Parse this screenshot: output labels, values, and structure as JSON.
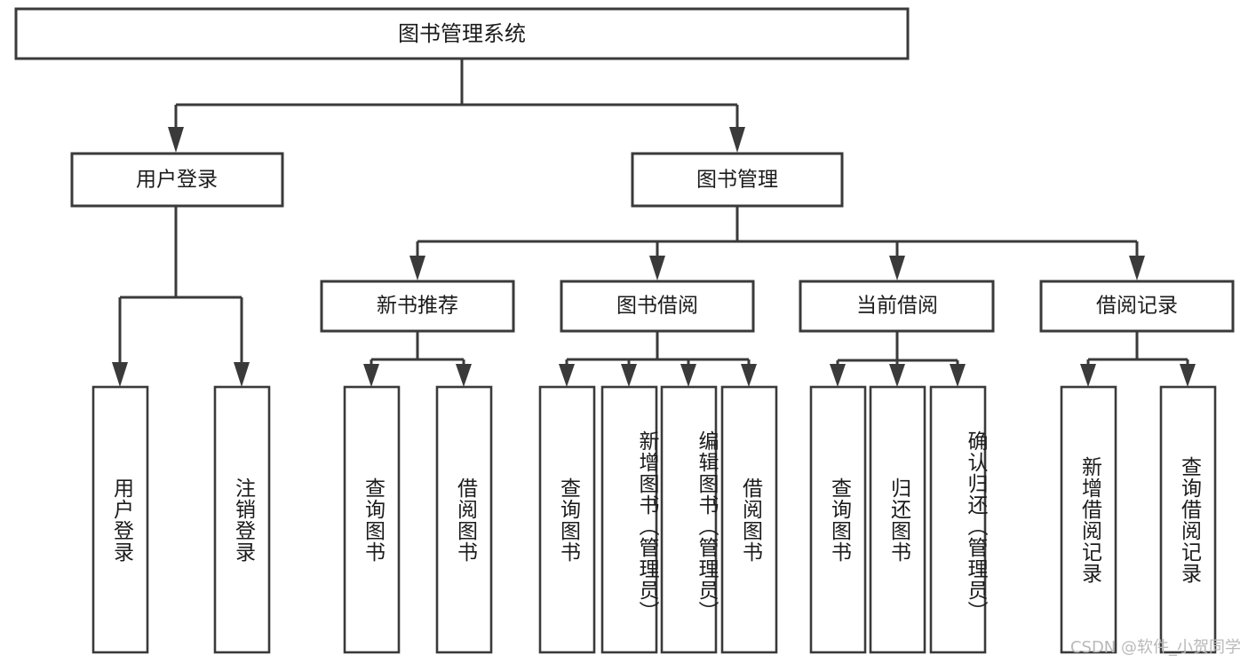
{
  "diagram": {
    "type": "tree-hierarchy-flowchart",
    "title": "图书管理系统",
    "root": {
      "id": "root",
      "label": "图书管理系统",
      "orientation": "horizontal"
    },
    "level2": [
      {
        "id": "user-login",
        "label": "用户登录",
        "orientation": "horizontal"
      },
      {
        "id": "book-management",
        "label": "图书管理",
        "orientation": "horizontal"
      }
    ],
    "level3": [
      {
        "id": "new-book-recommend",
        "label": "新书推荐",
        "parent": "book-management",
        "orientation": "horizontal"
      },
      {
        "id": "book-borrow",
        "label": "图书借阅",
        "parent": "book-management",
        "orientation": "horizontal"
      },
      {
        "id": "current-borrow",
        "label": "当前借阅",
        "parent": "book-management",
        "orientation": "horizontal"
      },
      {
        "id": "borrow-record",
        "label": "借阅记录",
        "parent": "book-management",
        "orientation": "horizontal"
      }
    ],
    "leaves": [
      {
        "id": "leaf-user-login",
        "label": "用户登录",
        "parent": "user-login",
        "orientation": "vertical"
      },
      {
        "id": "leaf-logout-login",
        "label": "注销登录",
        "parent": "user-login",
        "orientation": "vertical"
      },
      {
        "id": "leaf-query-book-1",
        "label": "查询图书",
        "parent": "new-book-recommend",
        "orientation": "vertical"
      },
      {
        "id": "leaf-borrow-book-1",
        "label": "借阅图书",
        "parent": "new-book-recommend",
        "orientation": "vertical"
      },
      {
        "id": "leaf-query-book-2",
        "label": "查询图书",
        "parent": "book-borrow",
        "orientation": "vertical"
      },
      {
        "id": "leaf-add-book",
        "label": "新增图书（管理员）",
        "parent": "book-borrow",
        "orientation": "vertical"
      },
      {
        "id": "leaf-edit-book",
        "label": "编辑图书（管理员）",
        "parent": "book-borrow",
        "orientation": "vertical"
      },
      {
        "id": "leaf-borrow-book-2",
        "label": "借阅图书",
        "parent": "book-borrow",
        "orientation": "vertical"
      },
      {
        "id": "leaf-query-book-3",
        "label": "查询图书",
        "parent": "current-borrow",
        "orientation": "vertical"
      },
      {
        "id": "leaf-return-book",
        "label": "归还图书",
        "parent": "current-borrow",
        "orientation": "vertical"
      },
      {
        "id": "leaf-confirm-return",
        "label": "确认归还（管理员）",
        "parent": "current-borrow",
        "orientation": "vertical"
      },
      {
        "id": "leaf-add-record",
        "label": "新增借阅记录",
        "parent": "borrow-record",
        "orientation": "vertical"
      },
      {
        "id": "leaf-query-record",
        "label": "查询借阅记录",
        "parent": "borrow-record",
        "orientation": "vertical"
      }
    ]
  },
  "watermark": {
    "text": "CSDN @软件_小贺同学"
  },
  "colors": {
    "background": "#ffffff",
    "box_fill": "#ffffff",
    "box_stroke": "#3a3a3a",
    "text": "#1b1b1b",
    "watermark": "#b9b9b9"
  }
}
